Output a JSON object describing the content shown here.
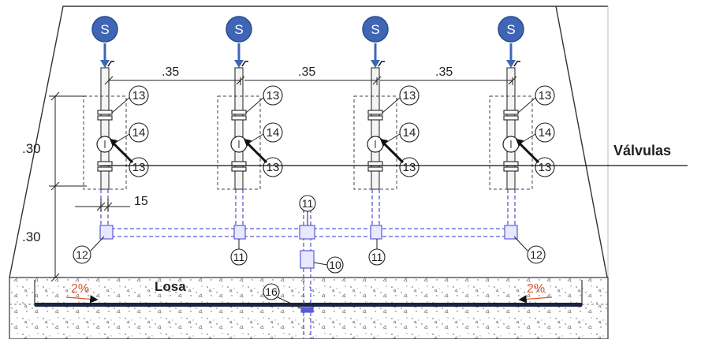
{
  "labels": {
    "valvulas": "Válvulas",
    "losa": "Losa"
  },
  "supply_marker": "S",
  "dimensions": {
    "spacing": ".35",
    "valve_height": ".30",
    "lower_height": ".30",
    "pipe_offset": "15"
  },
  "slope": "2%",
  "callouts": {
    "c10": "10",
    "c11": "11",
    "c12": "12",
    "c13": "13",
    "c14": "14",
    "c16": "16"
  },
  "colors": {
    "marker": "#3f66b4",
    "marker_stroke": "#2b4c8f",
    "pipe": "#5b5bd6",
    "slope_text": "#e0542a",
    "line": "#222222"
  }
}
